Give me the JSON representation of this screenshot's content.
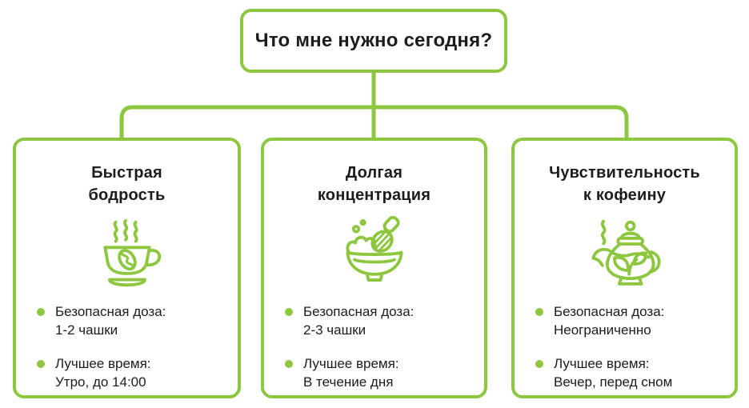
{
  "root": {
    "question": "Что мне нужно сегодня?"
  },
  "colors": {
    "accent": "#8dc63f",
    "text": "#1c1c1c",
    "background": "#ffffff"
  },
  "cards": [
    {
      "title": "Быстрая\nбодрость",
      "icon": "coffee-cup-icon",
      "bullets": [
        {
          "label": "Безопасная доза:",
          "value": "1-2 чашки"
        },
        {
          "label": "Лучшее время:",
          "value": "Утро, до 14:00"
        }
      ]
    },
    {
      "title": "Долгая\nконцентрация",
      "icon": "matcha-bowl-whisk-icon",
      "bullets": [
        {
          "label": "Безопасная доза:",
          "value": "2-3 чашки"
        },
        {
          "label": "Лучшее время:",
          "value": "В течение дня"
        }
      ]
    },
    {
      "title": "Чувствительность\nк кофеину",
      "icon": "teapot-icon",
      "bullets": [
        {
          "label": "Безопасная доза:",
          "value": "Неограниченно"
        },
        {
          "label": "Лучшее время:",
          "value": "Вечер, перед сном"
        }
      ]
    }
  ]
}
